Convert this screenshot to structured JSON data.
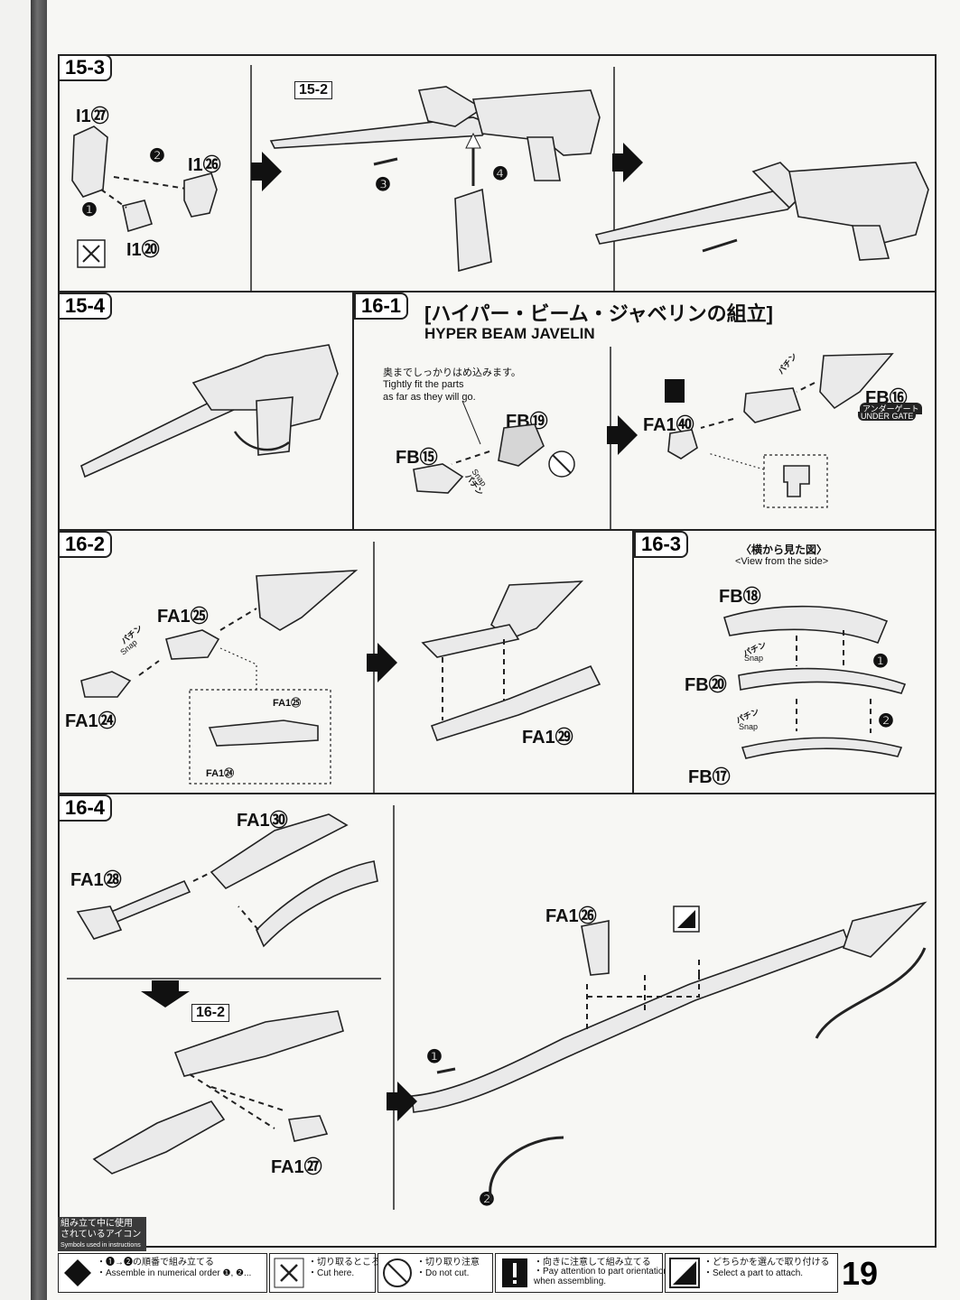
{
  "page_number": "19",
  "steps": {
    "s15_3": {
      "label": "15-3",
      "parts": [
        "I1㉗",
        "I1㉖",
        "I1⑳"
      ],
      "ref": "15-2",
      "nums": [
        "❷",
        "❶",
        "❸",
        "❹"
      ]
    },
    "s15_4": {
      "label": "15-4"
    },
    "s16_1": {
      "label": "16-1",
      "title_jp": "[ハイパー・ビーム・ジャベリンの組立]",
      "title_en": "HYPER BEAM JAVELIN",
      "note_jp": "奥までしっかりはめ込みます。",
      "note_en_1": "Tightly fit the parts",
      "note_en_2": "as far as they will go.",
      "parts": [
        "FB⑲",
        "FB⑮",
        "FA1㊵",
        "FB⑯"
      ],
      "snap_jp": "パチン",
      "snap_en": "Snap",
      "undergate_jp": "アンダーゲート",
      "undergate_en": "UNDER GATE"
    },
    "s16_2": {
      "label": "16-2",
      "parts": [
        "FA1㉕",
        "FA1㉔",
        "FA1㉙"
      ],
      "inset": [
        "FA1㉕",
        "FA1㉔"
      ],
      "snap_jp": "パチン",
      "snap_en": "Snap"
    },
    "s16_3": {
      "label": "16-3",
      "view_jp": "〈横から見た図〉",
      "view_en": "<View from the side>",
      "parts": [
        "FB⑱",
        "FB⑳",
        "FB⑰"
      ],
      "snap_jp": "パチン",
      "snap_en": "Snap",
      "nums": [
        "❶",
        "❷"
      ]
    },
    "s16_4": {
      "label": "16-4",
      "parts": [
        "FA1㉚",
        "FA1㉘",
        "FA1㉗",
        "FA1㉖"
      ],
      "ref": "16-2",
      "nums": [
        "❶",
        "❷"
      ]
    }
  },
  "icons_caption": {
    "jp_1": "組み立て中に使用",
    "jp_2": "されているアイコン",
    "en": "Symbols used in instructions"
  },
  "legend": [
    {
      "jp": "・❶→❷の順番で組み立てる",
      "en": "・Assemble in numerical order ❶, ❷..."
    },
    {
      "jp": "・切り取るところ",
      "en": "・Cut here."
    },
    {
      "jp": "・切り取り注意",
      "en": "・Do not cut."
    },
    {
      "jp": "・向きに注意して組み立てる",
      "en": "・Pay attention to part orientation",
      "en2": "when assembling."
    },
    {
      "jp": "・どちらかを選んで取り付ける",
      "en": "・Select a part to attach."
    }
  ]
}
